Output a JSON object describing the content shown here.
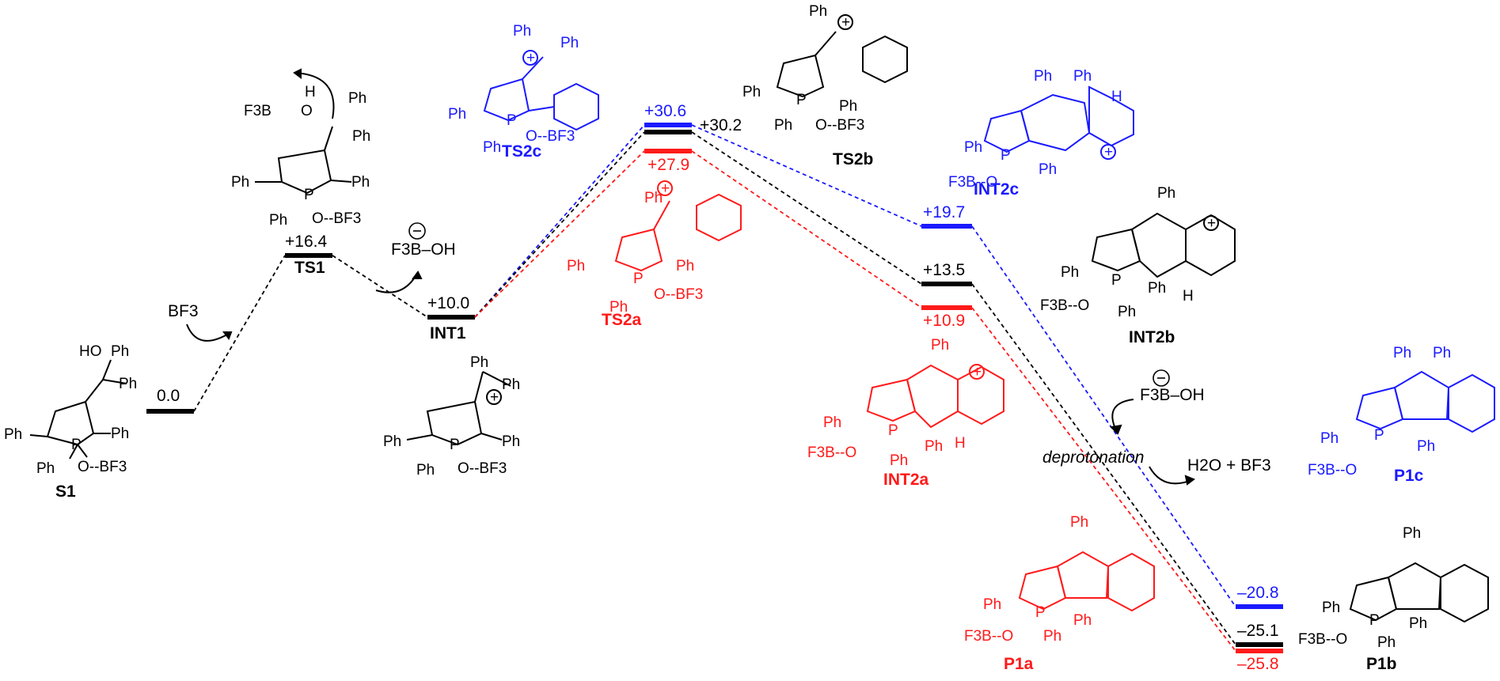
{
  "colors": {
    "black": "#000000",
    "blue": "#1a1aff",
    "red": "#ff1a1a"
  },
  "levels": {
    "s1": "0.0",
    "ts1": "+16.4",
    "int1": "+10.0",
    "ts2c": "+30.6",
    "ts2b": "+30.2",
    "ts2a": "+27.9",
    "int2c": "+19.7",
    "int2b": "+13.5",
    "int2a": "+10.9",
    "p1c": "–20.8",
    "p1b": "–25.1",
    "p1a": "–25.8"
  },
  "labels": {
    "s1": "S1",
    "ts1": "TS1",
    "int1": "INT1",
    "ts2c": "TS2c",
    "ts2b": "TS2b",
    "ts2a": "TS2a",
    "int2c": "INT2c",
    "int2b": "INT2b",
    "int2a": "INT2a",
    "p1c": "P1c",
    "p1b": "P1b",
    "p1a": "P1a"
  },
  "reagents": {
    "bf3": "BF3",
    "f3b_oh_1": "F3B–OH",
    "f3b_oh_2": "F3B–OH",
    "deprotonation": "deprotonation",
    "h2o_bf3": "H2O + BF3"
  },
  "chem": {
    "ph": "Ph",
    "p": "P",
    "o": "O",
    "h": "H",
    "ho": "HO",
    "obf3": "O--BF3",
    "f3bo": "F3B--O",
    "f3b": "F3B",
    "plus": "+",
    "minus": "−"
  }
}
